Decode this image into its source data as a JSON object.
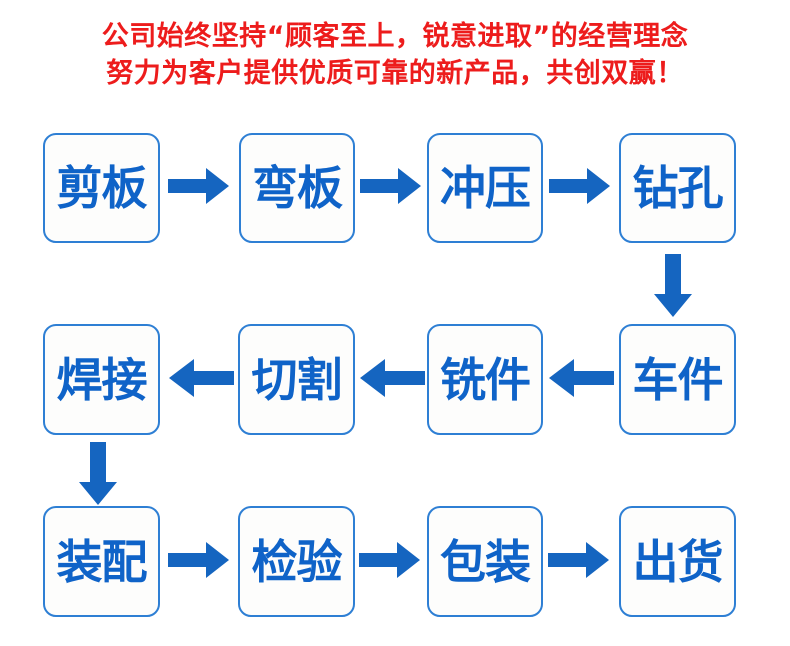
{
  "headline": {
    "line1": "公司始终坚持“顾客至上，锐意进取”的经营理念",
    "line2": "努力为客户提供优质可靠的新产品，共创双赢！",
    "color": "#ED1C1C"
  },
  "colors": {
    "node_border": "#2E7FD4",
    "node_fill": "#FDFDFC",
    "node_text": "#0F63C8",
    "arrow": "#1565C0",
    "headline_red": "#ED1C1C",
    "background": "#FFFFFF"
  },
  "flow": {
    "rows": [
      {
        "direction": "right",
        "nodes": [
          {
            "id": "node-shearing",
            "label": "剪板"
          },
          {
            "id": "node-bending",
            "label": "弯板"
          },
          {
            "id": "node-stamping",
            "label": "冲压"
          },
          {
            "id": "node-drilling",
            "label": "钻孔"
          }
        ]
      },
      {
        "direction": "left",
        "nodes": [
          {
            "id": "node-welding",
            "label": "焊接"
          },
          {
            "id": "node-cutting",
            "label": "切割"
          },
          {
            "id": "node-milling",
            "label": "铣件"
          },
          {
            "id": "node-turning",
            "label": "车件"
          }
        ]
      },
      {
        "direction": "right",
        "nodes": [
          {
            "id": "node-assembly",
            "label": "装配"
          },
          {
            "id": "node-inspection",
            "label": "检验"
          },
          {
            "id": "node-packaging",
            "label": "包装"
          },
          {
            "id": "node-shipping",
            "label": "出货"
          }
        ]
      }
    ],
    "connectors": [
      {
        "id": "arrow-r1-1",
        "type": "right"
      },
      {
        "id": "arrow-r1-2",
        "type": "right"
      },
      {
        "id": "arrow-r1-3",
        "type": "right"
      },
      {
        "id": "arrow-down-drilling-to-turning",
        "type": "down"
      },
      {
        "id": "arrow-r2-1",
        "type": "left"
      },
      {
        "id": "arrow-r2-2",
        "type": "left"
      },
      {
        "id": "arrow-r2-3",
        "type": "left"
      },
      {
        "id": "arrow-down-welding-to-assembly",
        "type": "down"
      },
      {
        "id": "arrow-r3-1",
        "type": "right"
      },
      {
        "id": "arrow-r3-2",
        "type": "right"
      },
      {
        "id": "arrow-r3-3",
        "type": "right"
      }
    ]
  }
}
